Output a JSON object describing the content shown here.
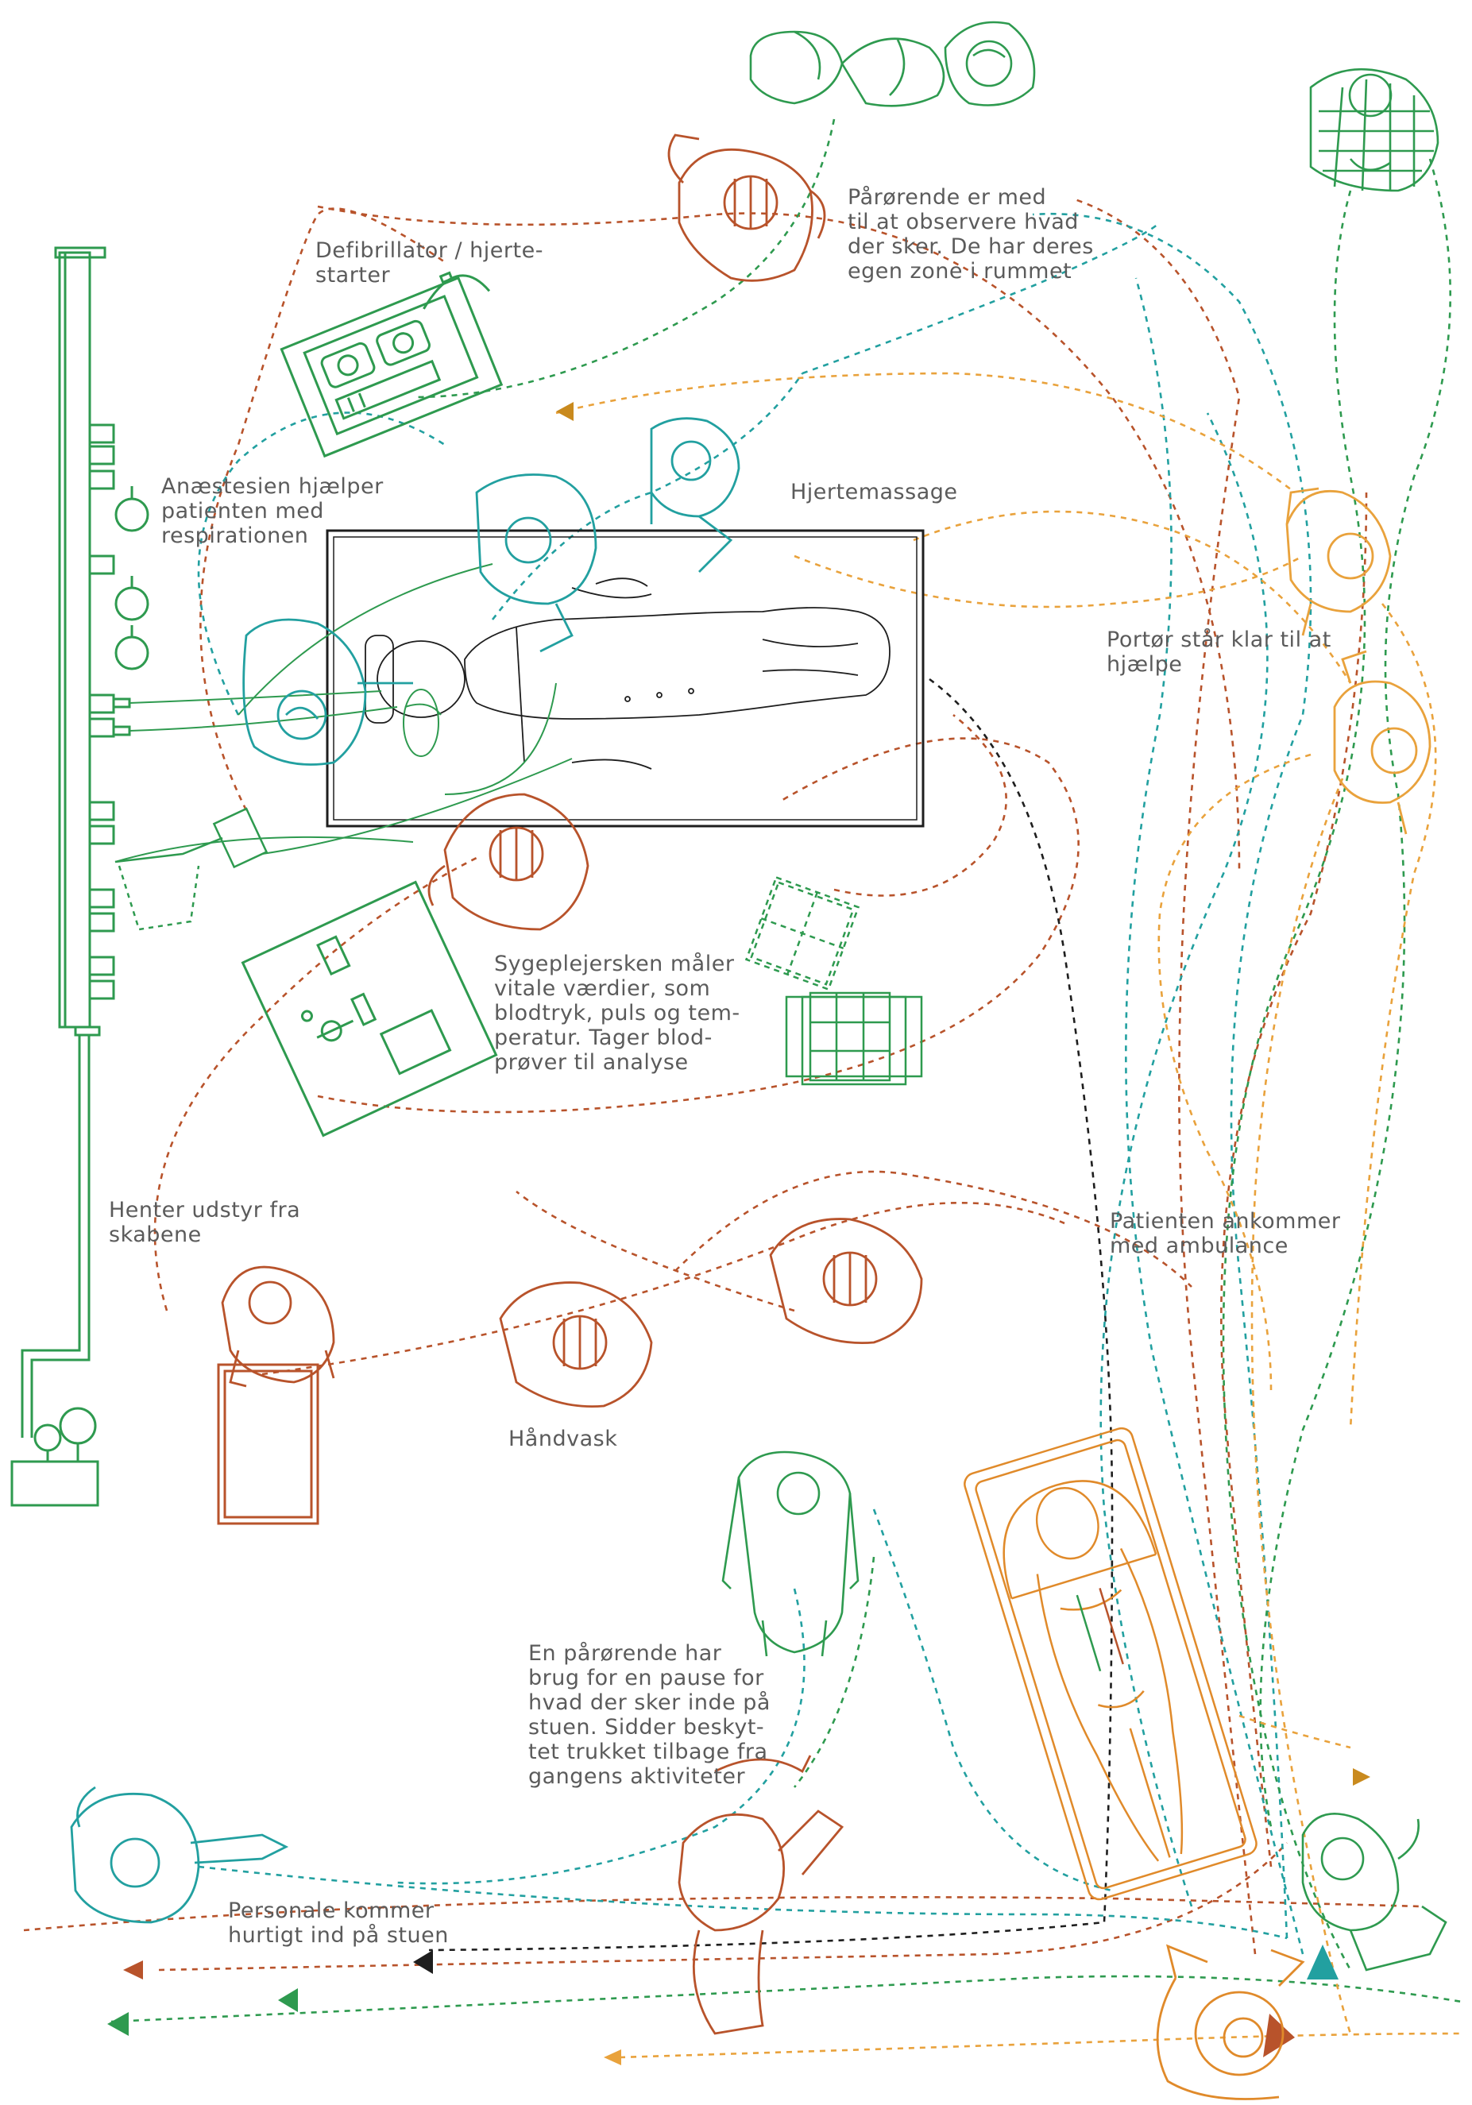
{
  "colors": {
    "green": "#2e9a4f",
    "teal": "#22a0a0",
    "rust": "#b8532b",
    "orange": "#e9a23c",
    "mustard": "#c98a1e",
    "black": "#1e1e1e",
    "grey": "#5b5b5b"
  },
  "labels": {
    "relatives": "Pårørende er med\ntil at observere hvad\nder sker. De har deres\negen zone i rummet",
    "defib": "Defibrillator / hjerte-\nstarter",
    "anaesthesia": "Anæstesien hjælper\npatienten med\nrespirationen",
    "massage": "Hjertemassage",
    "porter": "Portør står klar til at\nhjælpe",
    "nurse": "Sygeplejersken måler\nvitale værdier, som\nblodtryk, puls og tem-\nperatur. Tager blod-\nprøver til analyse",
    "cabinets": "Henter udstyr fra\nskabene",
    "arrival": "Patienten ankommer\nmed ambulance",
    "handwash": "Håndvask",
    "pause": "En pårørende har\nbrug for en pause for\nhvad der sker inde på\nstuen. Sidder beskyt-\ntet trukket tilbage fra\ngangens aktiviteter",
    "staff": "Personale kommer\nhurtigt ind på stuen"
  },
  "icons": [
    "wall-equipment-rail-icon",
    "defibrillator-icon",
    "bed-with-patient-icon",
    "stretcher-with-patient-icon",
    "anaesthesia-nurse-icon",
    "heart-massage-nurse-icon",
    "nurse-icon",
    "relative-icon",
    "porter-icon",
    "sink-icon",
    "cabinet-icon",
    "equipment-trolley-icon",
    "storage-crate-icon",
    "arrow-icon"
  ]
}
